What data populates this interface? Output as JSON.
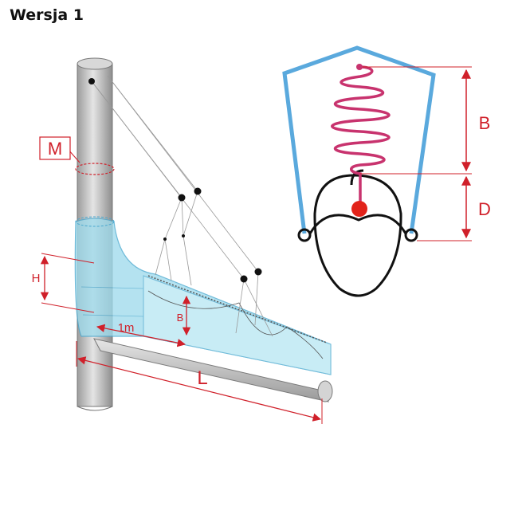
{
  "title": "Wersja 1",
  "labels": {
    "M": "M",
    "H": "H",
    "B_small": "B",
    "one_meter": "1m",
    "L": "L",
    "B_right": "B",
    "D_right": "D"
  },
  "colors": {
    "dimension": "#d0202a",
    "frame": "#5aa9dd",
    "spiral": "#c8336e",
    "net": "#9fdbec",
    "pole": "#c9c9c9"
  }
}
